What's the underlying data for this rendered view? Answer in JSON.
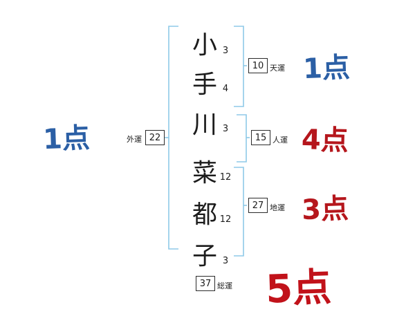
{
  "name_column": {
    "chars": [
      {
        "char": "小",
        "strokes": "3"
      },
      {
        "char": "手",
        "strokes": "4"
      },
      {
        "char": "川",
        "strokes": "3"
      },
      {
        "char": "菜",
        "strokes": "12"
      },
      {
        "char": "都",
        "strokes": "12"
      },
      {
        "char": "子",
        "strokes": "3"
      }
    ]
  },
  "fortunes": {
    "gaiun": {
      "label": "外運",
      "value": "22",
      "score": "1点"
    },
    "tenun": {
      "label": "天運",
      "value": "10",
      "score": "1点"
    },
    "jinun": {
      "label": "人運",
      "value": "15",
      "score": "4点"
    },
    "chiun": {
      "label": "地運",
      "value": "27",
      "score": "3点"
    },
    "soun": {
      "label": "総運",
      "value": "37",
      "score": "5点"
    }
  },
  "colors": {
    "score_blue": "#2b5fa5",
    "score_red": "#b5161c",
    "score_big_red": "#c1121a",
    "bracket_blue": "#8ec9e8",
    "text": "#1c1c1c"
  }
}
